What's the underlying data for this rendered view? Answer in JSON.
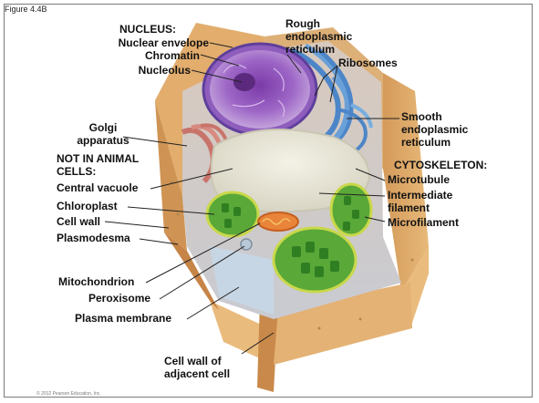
{
  "figure_tag": "Figure 4.4B",
  "copyright": "© 2012 Pearson Education, Inc.",
  "labels": {
    "nucleus_heading": "NUCLEUS:",
    "nuclear_envelope": "Nuclear envelope",
    "chromatin": "Chromatin",
    "nucleolus": "Nucleolus",
    "rough_er_1": "Rough",
    "rough_er_2": "endoplasmic",
    "rough_er_3": "reticulum",
    "ribosomes": "Ribosomes",
    "smooth_er_1": "Smooth",
    "smooth_er_2": "endoplasmic",
    "smooth_er_3": "reticulum",
    "golgi_1": "Golgi",
    "golgi_2": "apparatus",
    "not_animal_1": "NOT IN ANIMAL",
    "not_animal_2": "CELLS:",
    "central_vacuole": "Central vacuole",
    "chloroplast": "Chloroplast",
    "cell_wall": "Cell wall",
    "plasmodesma": "Plasmodesma",
    "cytoskeleton_heading": "CYTOSKELETON:",
    "microtubule": "Microtubule",
    "intermediate_1": "Intermediate",
    "intermediate_2": "filament",
    "microfilament": "Microfilament",
    "mitochondrion": "Mitochondrion",
    "peroxisome": "Peroxisome",
    "plasma_membrane": "Plasma membrane",
    "adjacent_wall_1": "Cell wall of",
    "adjacent_wall_2": "adjacent cell"
  }
}
